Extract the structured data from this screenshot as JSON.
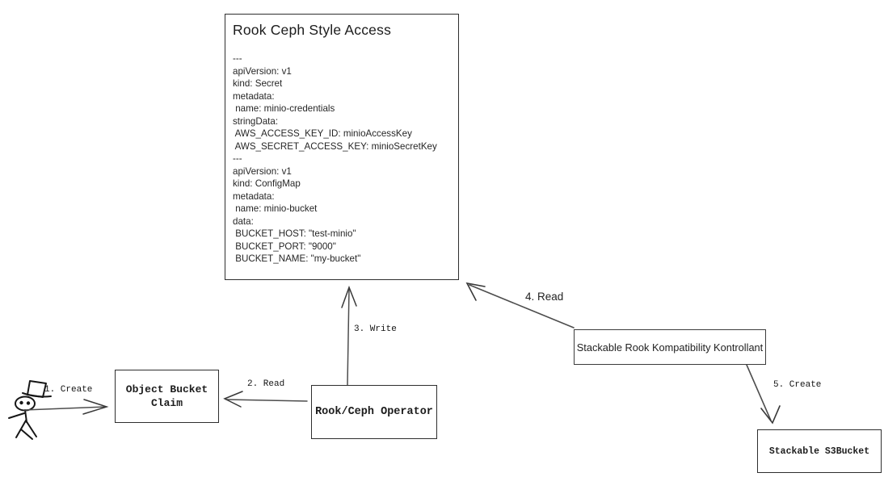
{
  "canvas": {
    "background": "#ffffff",
    "ink_color": "#1c1c1c",
    "connector_color": "#4d4d4d"
  },
  "yaml_box": {
    "title": "Rook Ceph Style Access",
    "yaml": "---\napiVersion: v1\nkind: Secret\nmetadata:\n name: minio-credentials\nstringData:\n AWS_ACCESS_KEY_ID: minioAccessKey\n AWS_SECRET_ACCESS_KEY: minioSecretKey\n---\napiVersion: v1\nkind: ConfigMap\nmetadata:\n name: minio-bucket\ndata:\n BUCKET_HOST: \"test-minio\"\n BUCKET_PORT: \"9000\"\n BUCKET_NAME: \"my-bucket\""
  },
  "nodes": {
    "object_bucket_claim": "Object Bucket Claim",
    "rook_ceph_operator": "Rook/Ceph Operator",
    "kontrollant": "Stackable Rook Kompatibility Kontrollant",
    "s3bucket": "Stackable S3Bucket"
  },
  "edges": {
    "step1": {
      "label": "1. Create",
      "from": "user",
      "to": "object_bucket_claim"
    },
    "step2": {
      "label": "2. Read",
      "from": "rook_ceph_operator",
      "to": "object_bucket_claim"
    },
    "step3": {
      "label": "3. Write",
      "from": "rook_ceph_operator",
      "to": "yaml_box"
    },
    "step4": {
      "label": "4. Read",
      "from": "kontrollant",
      "to": "yaml_box"
    },
    "step5": {
      "label": "5. Create",
      "from": "kontrollant",
      "to": "s3bucket"
    }
  },
  "icons": {
    "actor": "stick-figure-with-top-hat"
  }
}
